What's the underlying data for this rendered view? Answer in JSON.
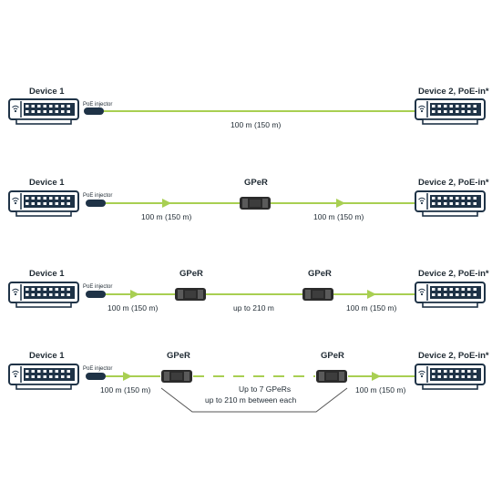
{
  "labels": {
    "device1": "Device 1",
    "device2": "Device 2, PoE-in*",
    "poe_injector": "PoE injector",
    "gper": "GPeR"
  },
  "rows": [
    {
      "distances": [
        "100 m (150 m)"
      ]
    },
    {
      "distances": [
        "100 m (150 m)",
        "100 m (150 m)"
      ]
    },
    {
      "distances": [
        "100 m (150 m)",
        "up to 210 m",
        "100 m (150 m)"
      ]
    },
    {
      "distances": [
        "100 m (150 m)",
        "100 m (150 m)"
      ],
      "note_line1": "Up to 7 GPeRs",
      "note_line2": "up to 210 m between each"
    }
  ],
  "colors": {
    "cable": "#a8cf52",
    "device_outline": "#1f3347",
    "text": "#1f2a33",
    "bracket": "#555555"
  }
}
